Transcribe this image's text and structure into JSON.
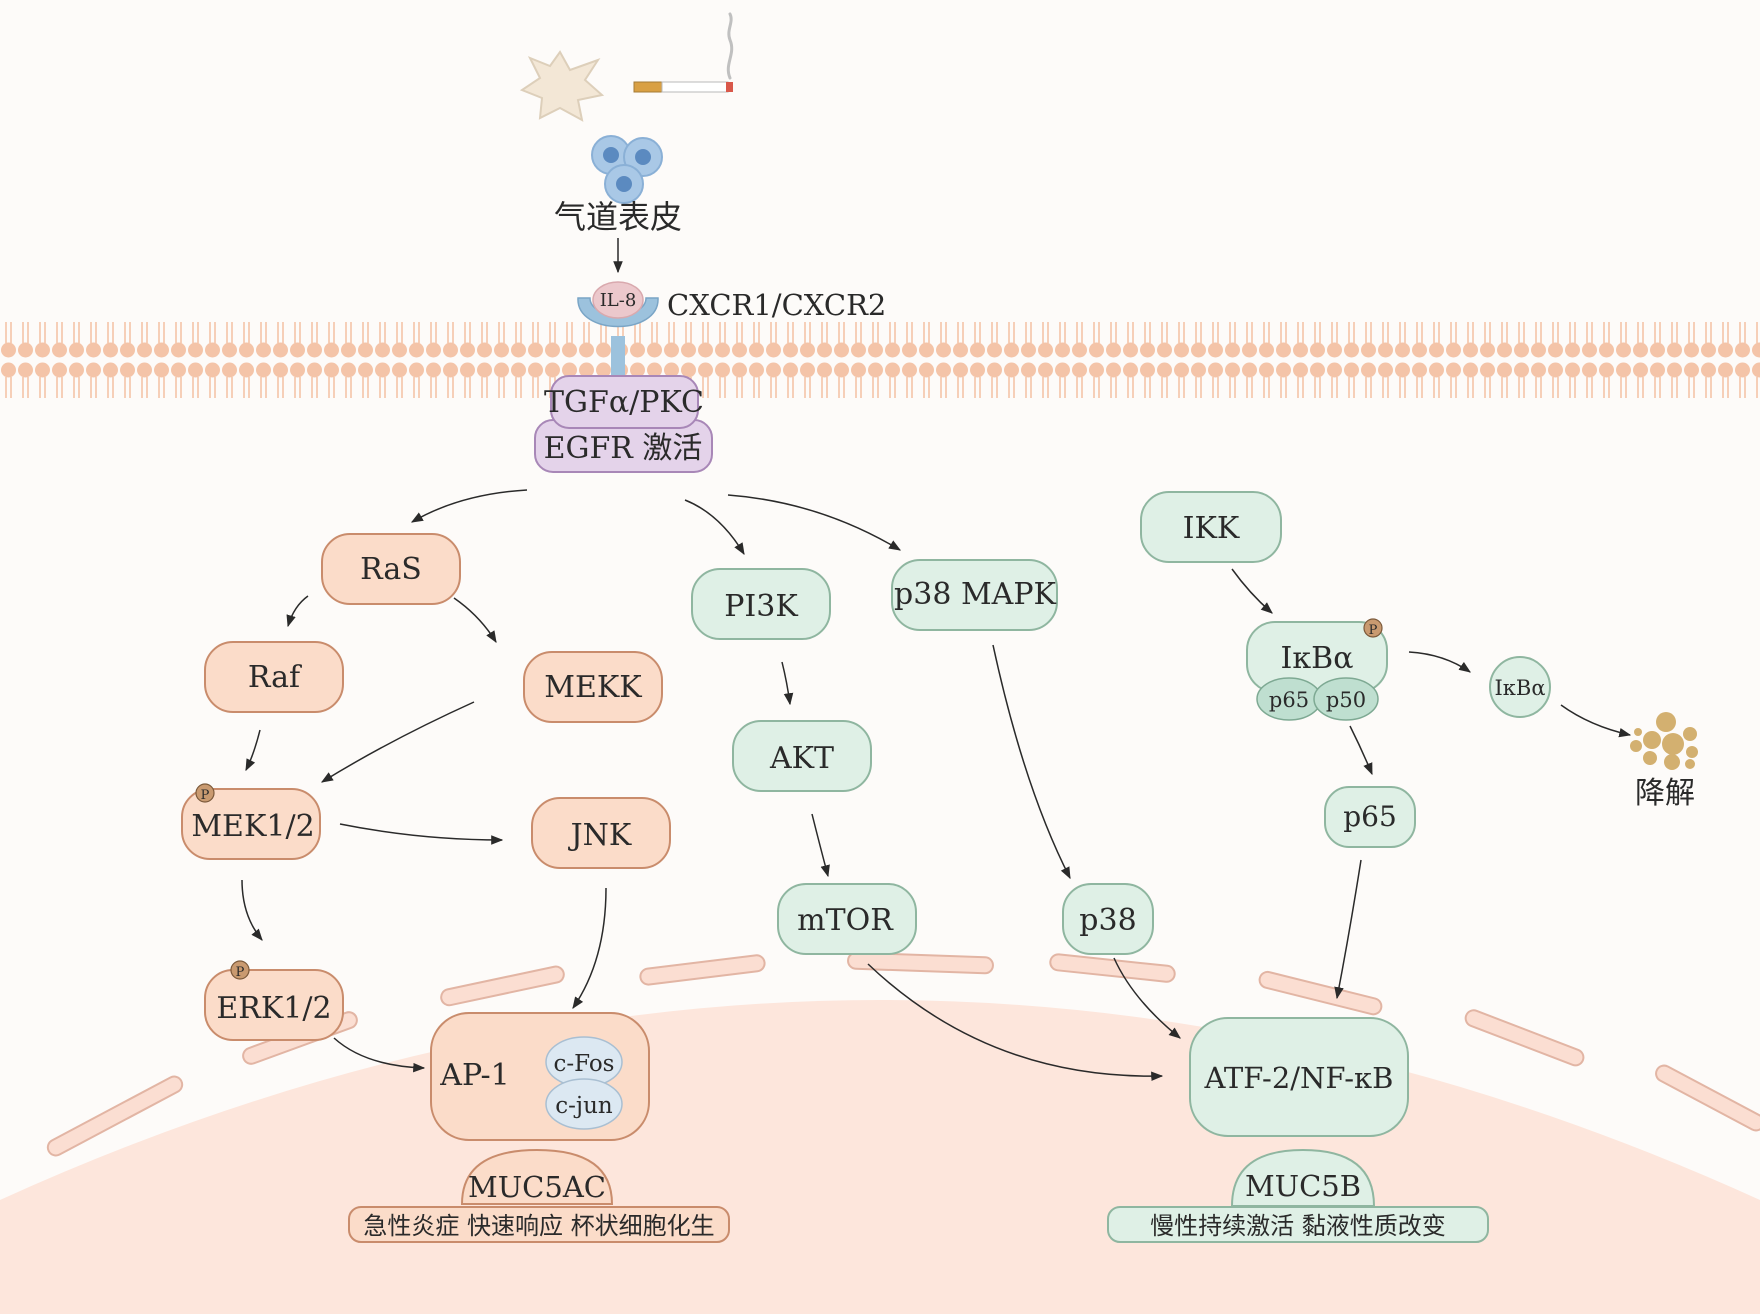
{
  "stimuli": {
    "particle_icon": "dust-particle-icon",
    "cigarette_icon": "cigarette-icon"
  },
  "epithelium": {
    "label": "气道表皮",
    "icon": "epithelial-cells-icon"
  },
  "receptor": {
    "ligand": "IL-8",
    "name": "CXCR1/CXCR2",
    "icon": "receptor-icon"
  },
  "membrane_complex": {
    "top": "TGFα/PKC",
    "bottom": "EGFR 激活"
  },
  "left_pathway": {
    "ras": "RaS",
    "raf": "Raf",
    "mekk": "MEKK",
    "mek": "MEK1/2",
    "jnk": "JNK",
    "erk": "ERK1/2",
    "ap1": {
      "label": "AP-1",
      "sub1": "c-Fos",
      "sub2": "c-jun"
    },
    "gene": "MUC5AC",
    "note": "急性炎症 快速响应 杯状细胞化生"
  },
  "middle_pathway": {
    "pi3k": "PI3K",
    "akt": "AKT",
    "mtor": "mTOR",
    "p38mapk": "p38 MAPK",
    "p38": "p38"
  },
  "right_pathway": {
    "ikk": "IKK",
    "ikba_complex": "IκBα",
    "p65_small": "p65",
    "p50_small": "p50",
    "ikba_free": "IκBα",
    "degradation": "降解",
    "p65": "p65",
    "atf": "ATF-2/NF-κB",
    "gene": "MUC5B",
    "note": "慢性持续激活 黏液性质改变"
  },
  "phospho_label": "P",
  "colors": {
    "orange_fill": "#fbdcc9",
    "orange_stroke": "#c98c6c",
    "green_fill": "#dff0e6",
    "green_stroke": "#8fb6a0",
    "purple_fill": "#e4d3ea",
    "purple_stroke": "#a887b7",
    "membrane": "#f4c4a8",
    "nucleus": "#fde6dc",
    "phospho": "#c99a70"
  }
}
